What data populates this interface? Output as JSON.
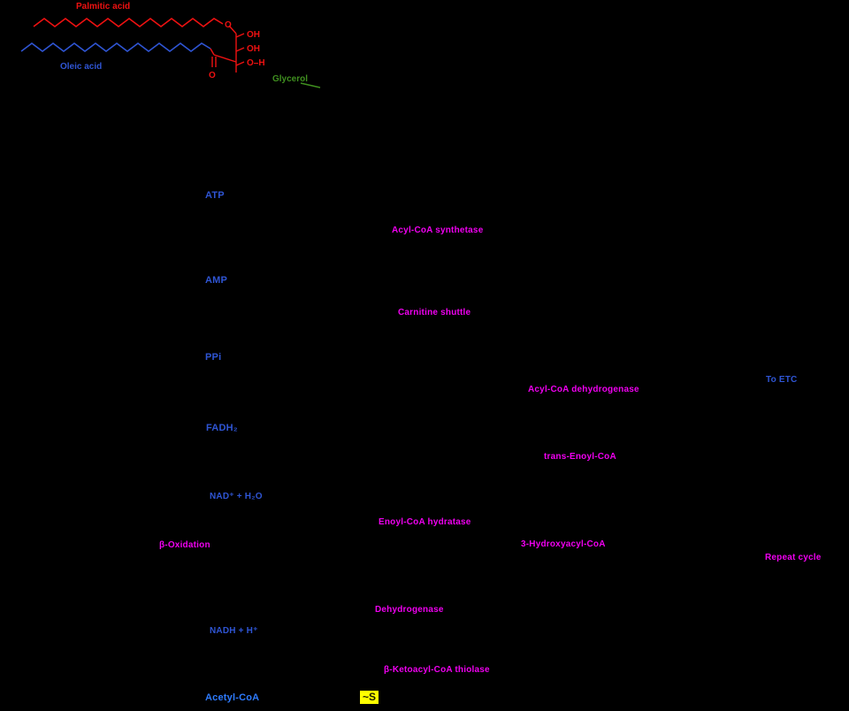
{
  "palette": {
    "blue": "#2f55d4",
    "bright_blue": "#2e7bff",
    "magenta": "#f000f0",
    "red": "#ee1111",
    "green": "#3f8f1f",
    "yellow_bg": "#ffff00",
    "yellow_text": "#1a1a00"
  },
  "structure": {
    "top_chain_label": "Palmitic acid",
    "bottom_chain_label": "Oleic acid",
    "backbone_label": "Glycerol",
    "atoms": {
      "ester_o": "O",
      "oh1": "OH",
      "oh2": "OH",
      "oh3": "O–H",
      "carbonyl_o": "O"
    }
  },
  "pathway": {
    "labels": [
      {
        "text": "ATP",
        "color": "blue"
      },
      {
        "text": "Acyl-CoA synthetase",
        "color": "magenta"
      },
      {
        "text": "AMP",
        "color": "blue"
      },
      {
        "text": "Carnitine shuttle",
        "color": "magenta"
      },
      {
        "text": "PPi",
        "color": "blue"
      },
      {
        "text": "Acyl-CoA dehydrogenase",
        "color": "magenta"
      },
      {
        "text": "To ETC",
        "color": "blue"
      },
      {
        "text": "FADH₂",
        "color": "blue"
      },
      {
        "text": "trans-Enoyl-CoA",
        "color": "magenta"
      },
      {
        "text": "NAD⁺ + H₂O",
        "color": "blue"
      },
      {
        "text": "Enoyl-CoA hydratase",
        "color": "magenta"
      },
      {
        "text": "3-Hydroxyacyl-CoA",
        "color": "magenta"
      },
      {
        "text": "β-Oxidation",
        "color": "magenta"
      },
      {
        "text": "Repeat cycle",
        "color": "magenta"
      },
      {
        "text": "Dehydrogenase",
        "color": "magenta"
      },
      {
        "text": "NADH + H⁺",
        "color": "blue"
      },
      {
        "text": "β-Ketoacyl-CoA thiolase",
        "color": "magenta"
      },
      {
        "text": "Acetyl-CoA",
        "color": "bright_blue"
      }
    ]
  },
  "thioester_badge": {
    "text": "~S"
  }
}
